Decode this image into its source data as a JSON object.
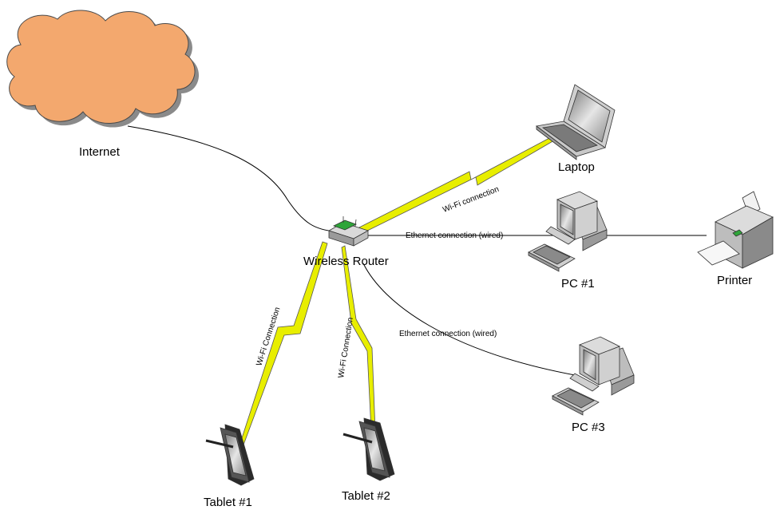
{
  "nodes": {
    "internet": "Internet",
    "router": "Wireless Router",
    "laptop": "Laptop",
    "pc1": "PC #1",
    "pc3": "PC #3",
    "printer": "Printer",
    "tablet1": "Tablet #1",
    "tablet2": "Tablet #2"
  },
  "connections": {
    "wifi_laptop": "Wi-Fi connection",
    "ethernet_pc1": "Ethernet connection (wired)",
    "ethernet_pc3": "Ethernet connection (wired)",
    "wifi_tablet1": "Wi-Fi Connection",
    "wifi_tablet2": "Wi-Fi Connection"
  },
  "colors": {
    "cloud": "#F3A86E",
    "wifi_bolt": "#E8EE00",
    "device_gray": "#BDBDBD",
    "router_green": "#2FA53A"
  }
}
